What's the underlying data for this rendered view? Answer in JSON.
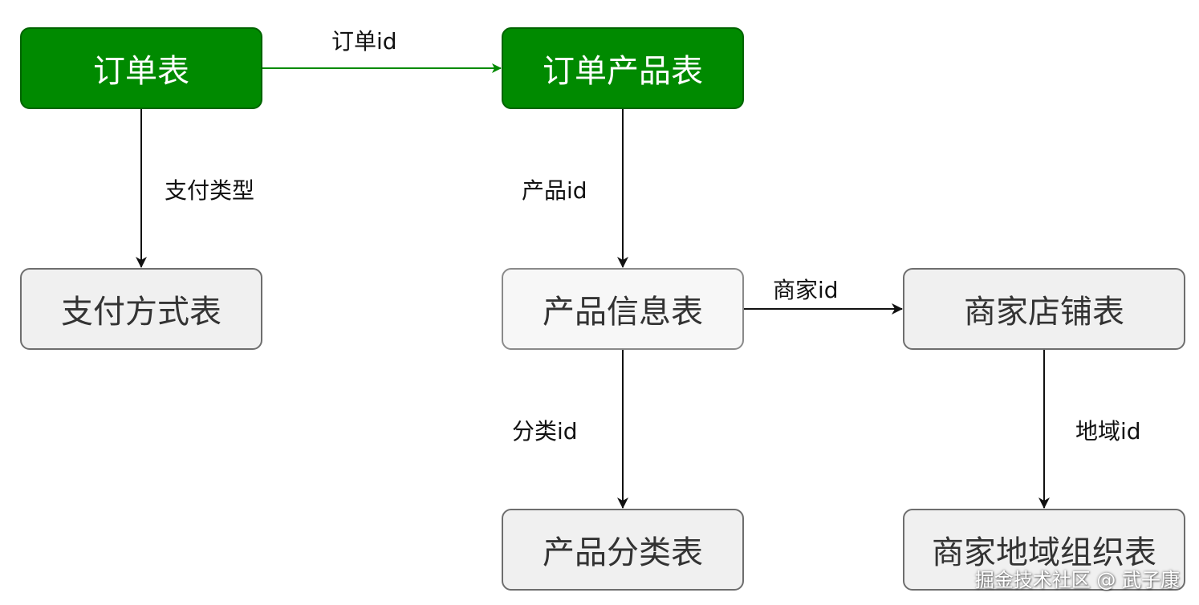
{
  "diagram": {
    "nodes": {
      "orders": "订单表",
      "order_products": "订单产品表",
      "payment_methods": "支付方式表",
      "product_info": "产品信息表",
      "merchant_stores": "商家店铺表",
      "product_categories": "产品分类表",
      "merchant_regions": "商家地域组织表"
    },
    "edges": {
      "orders_to_order_products": "订单id",
      "orders_to_payment_methods": "支付类型",
      "order_products_to_product_info": "产品id",
      "product_info_to_merchant_stores": "商家id",
      "product_info_to_product_categories": "分类id",
      "merchant_stores_to_merchant_regions": "地域id"
    }
  },
  "watermark": "掘金技术社区 @ 武子康",
  "colors": {
    "primary_fill": "#008a00",
    "primary_border": "#006400",
    "secondary_fill": "#f0f0f0",
    "secondary_border": "#6e6e6e",
    "edge": "#111111"
  }
}
